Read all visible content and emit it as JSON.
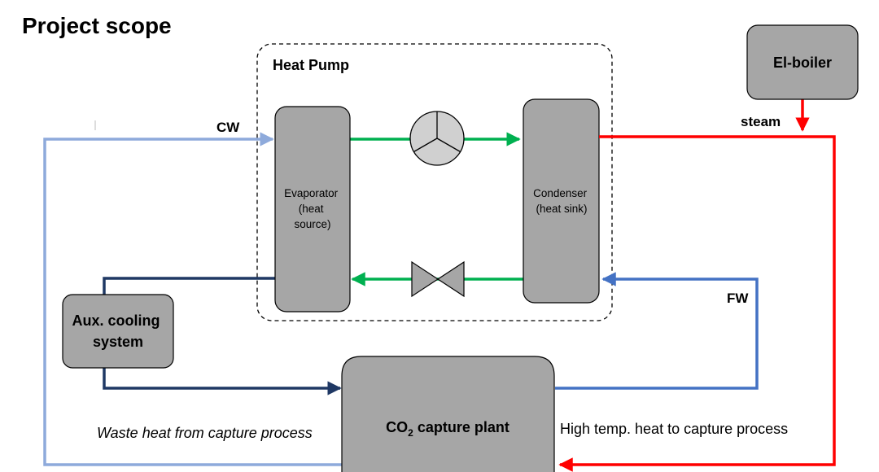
{
  "title": "Project scope",
  "heat_pump": {
    "label": "Heat Pump",
    "evaporator": {
      "line1": "Evaporator",
      "line2": "(heat",
      "line3": "source)"
    },
    "condenser": {
      "line1": "Condenser",
      "line2": "(heat sink)"
    }
  },
  "el_boiler": {
    "label": "El-boiler"
  },
  "aux_cooling": {
    "line1": "Aux. cooling",
    "line2": "system"
  },
  "capture_plant": {
    "prefix": "CO",
    "subscript": "2",
    "suffix": " capture plant"
  },
  "labels": {
    "cw": "CW",
    "steam": "steam",
    "fw": "FW",
    "waste_heat": "Waste heat from capture process",
    "high_temp": "High temp. heat to capture process"
  },
  "colors": {
    "cold_water": "#8eaadb",
    "aux_line": "#1f3864",
    "feed_water": "#4472c4",
    "steam": "#ff0000",
    "refrigerant": "#00b050",
    "component_fill": "#a6a6a6"
  }
}
